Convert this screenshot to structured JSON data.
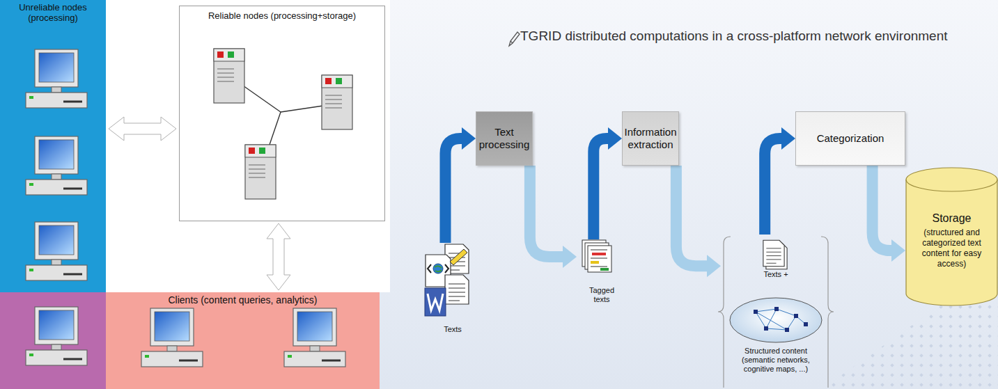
{
  "diagram": {
    "nodes": [
      {
        "text": [
          "Unreliable nodes (processing)"
        ]
      },
      {
        "text": [
          "Reliable nodes (processing+storage)"
        ]
      },
      {
        "text": [
          "Clients (content queries, analytics)"
        ]
      },
      {
        "text": [
          "Text processing"
        ]
      },
      {
        "text": [
          "Information extraction"
        ]
      },
      {
        "text": [
          "Categorization"
        ]
      },
      {
        "text": [
          "Texts"
        ]
      },
      {
        "text": [
          "Tagged texts"
        ]
      },
      {
        "text": [
          "Texts +"
        ]
      },
      {
        "text": [
          "Structured content (semantic networks, cognitive maps, ...)"
        ],
        "in": 8
      },
      {
        "text": [
          "Storage",
          "(structured and categorized text content for easy access)"
        ]
      }
    ],
    "edges": [
      {
        "from": 0,
        "to": 1,
        "arrow": "both"
      },
      {
        "from": 1,
        "to": 2,
        "arrow": "both"
      },
      {
        "from": 6,
        "to": 3,
        "arrow": "to"
      },
      {
        "from": 3,
        "to": 7,
        "arrow": "to"
      },
      {
        "from": 7,
        "to": 4,
        "arrow": "to"
      },
      {
        "from": 4,
        "to": 8,
        "arrow": "to"
      },
      {
        "from": 8,
        "to": 5,
        "arrow": "to"
      },
      {
        "from": 5,
        "to": 10,
        "arrow": "to"
      }
    ],
    "labels": [
      "TGRID distributed computations in a cross-platform network environment"
    ]
  }
}
